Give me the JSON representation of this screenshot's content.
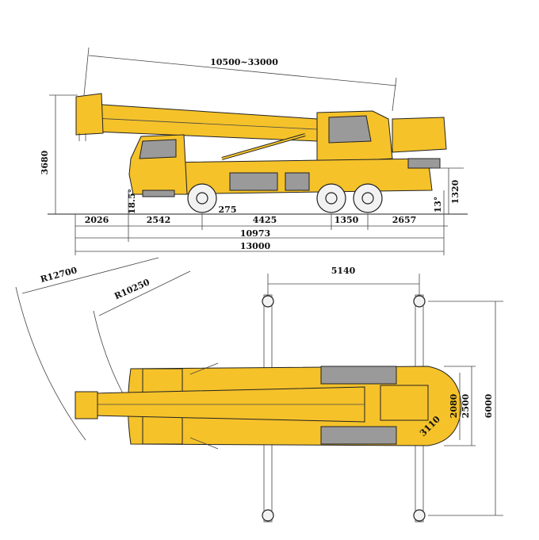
{
  "colors": {
    "crane_yellow": "#f5c22a",
    "tire_gray": "#9a9a9a",
    "line": "#222222"
  },
  "side_view": {
    "boom_length": "10500~33000",
    "height": "3680",
    "front_overhang": "2026",
    "axle_1_2": "2542",
    "axle_2_3": "4425",
    "axle_3_4": "1350",
    "rear_overhang": "2657",
    "wheelbase_total": "10973",
    "overall_length": "13000",
    "approach_angle": "18.5°",
    "ground_clearance": "275",
    "departure_angle": "13°",
    "rear_height": "1320"
  },
  "top_view": {
    "radius_outer": "R12700",
    "radius_inner": "R10250",
    "outrigger_longitudinal": "5140",
    "outrigger_transverse": "6000",
    "width_inner": "2080",
    "width_outer": "2500",
    "rear_radius": "3110"
  }
}
